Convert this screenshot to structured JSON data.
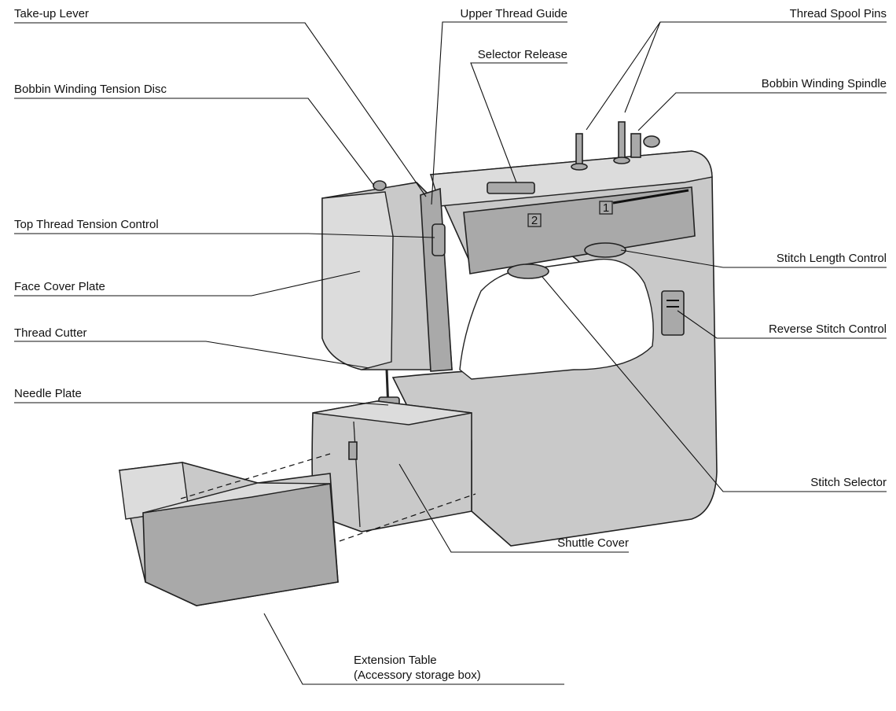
{
  "labels": {
    "take_up_lever": "Take-up Lever",
    "upper_thread_guide": "Upper Thread Guide",
    "thread_spool_pins": "Thread Spool Pins",
    "selector_release": "Selector Release",
    "bobbin_winding_tension_disc": "Bobbin Winding Tension Disc",
    "bobbin_winding_spindle": "Bobbin Winding Spindle",
    "top_thread_tension_control": "Top Thread Tension Control",
    "stitch_length_control": "Stitch Length Control",
    "face_cover_plate": "Face Cover Plate",
    "reverse_stitch_control": "Reverse Stitch Control",
    "thread_cutter": "Thread Cutter",
    "needle_plate": "Needle Plate",
    "stitch_selector": "Stitch Selector",
    "shuttle_cover": "Shuttle Cover",
    "extension_table_line1": "Extension Table",
    "extension_table_line2": "(Accessory storage box)"
  },
  "machine_markings": {
    "dial_1": "1",
    "dial_2": "2"
  }
}
